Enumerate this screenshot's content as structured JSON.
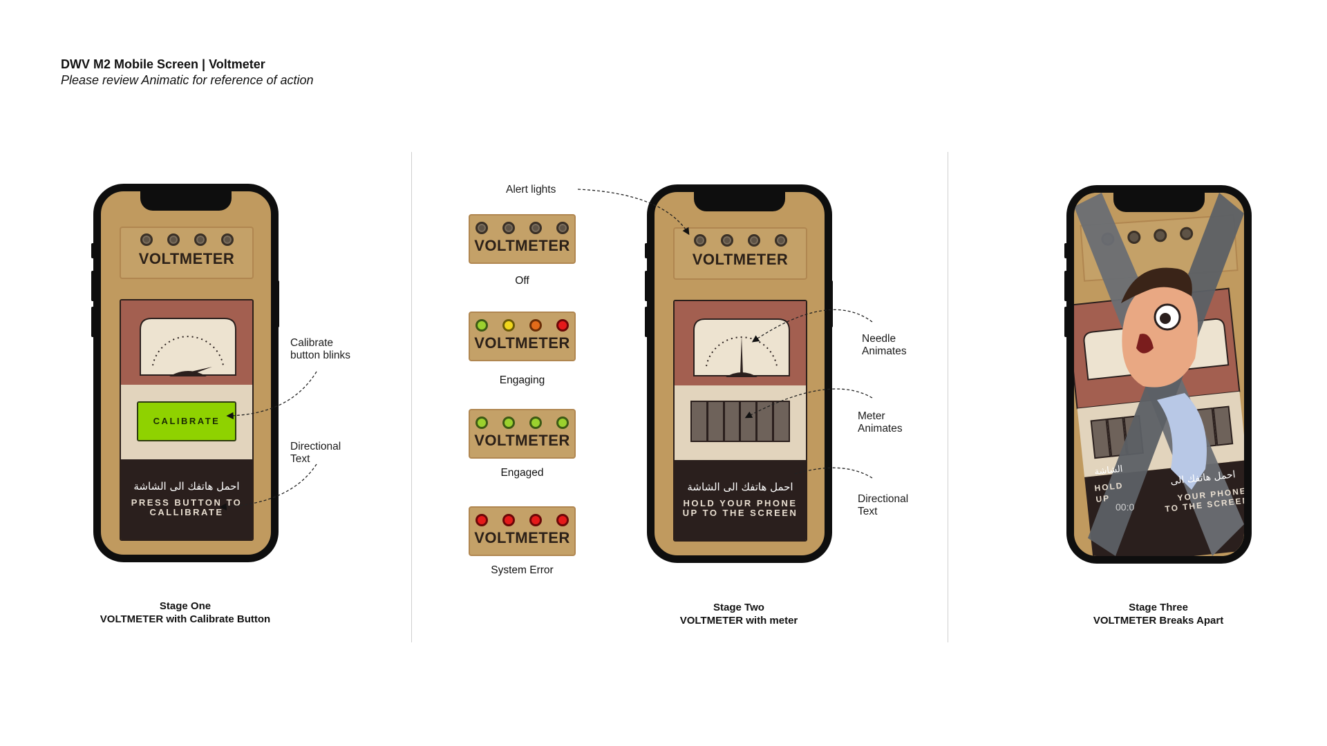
{
  "header": {
    "title": "DWV M2 Mobile Screen | Voltmeter",
    "subtitle": "Please review Animatic for reference of action"
  },
  "panel_title": "VOLTMETER",
  "stage_one": {
    "calibrate_label": "CALIBRATE",
    "arabic_text": "احمل هاتفك الى الشاشة",
    "directional_text": "PRESS BUTTON TO\nCALLIBRATE",
    "annotation_calibrate": "Calibrate\nbutton blinks",
    "annotation_directional": "Directional\nText",
    "caption_line1": "Stage One",
    "caption_line2": "VOLTMETER with Calibrate Button"
  },
  "states": {
    "annotation_alert": "Alert lights",
    "items": [
      {
        "label": "Off",
        "leds": [
          "off",
          "off",
          "off",
          "off"
        ]
      },
      {
        "label": "Engaging",
        "leds": [
          "green",
          "yellow",
          "orange",
          "red"
        ]
      },
      {
        "label": "Engaged",
        "leds": [
          "green",
          "green",
          "green",
          "green"
        ]
      },
      {
        "label": "System Error",
        "leds": [
          "red",
          "red",
          "red",
          "red"
        ]
      }
    ]
  },
  "stage_two": {
    "arabic_text": "احمل هاتفك الى الشاشة",
    "directional_text": "HOLD YOUR PHONE\nUP TO THE SCREEN",
    "annotation_needle": "Needle\nAnimates",
    "annotation_meter": "Meter\nAnimates",
    "annotation_directional": "Directional\nText",
    "caption_line1": "Stage Two",
    "caption_line2": "VOLTMETER with meter"
  },
  "stage_three": {
    "arabic_text": "احمل هاتفك الى",
    "arabic_text_left": "الشاشة",
    "directional_left": "HOLD\nUP",
    "directional_right": "YOUR PHONE\nTO THE SCREEN",
    "timecode": "00:0",
    "caption_line1": "Stage Three",
    "caption_line2": "VOLTMETER Breaks Apart"
  },
  "colors": {
    "phone_body": "#c09a5f",
    "panel": "#c4a168",
    "meter_red": "#a35f50",
    "meter_cream": "#e2d4bd",
    "dark": "#2a1f1d",
    "calibrate_green": "#8fd200"
  }
}
